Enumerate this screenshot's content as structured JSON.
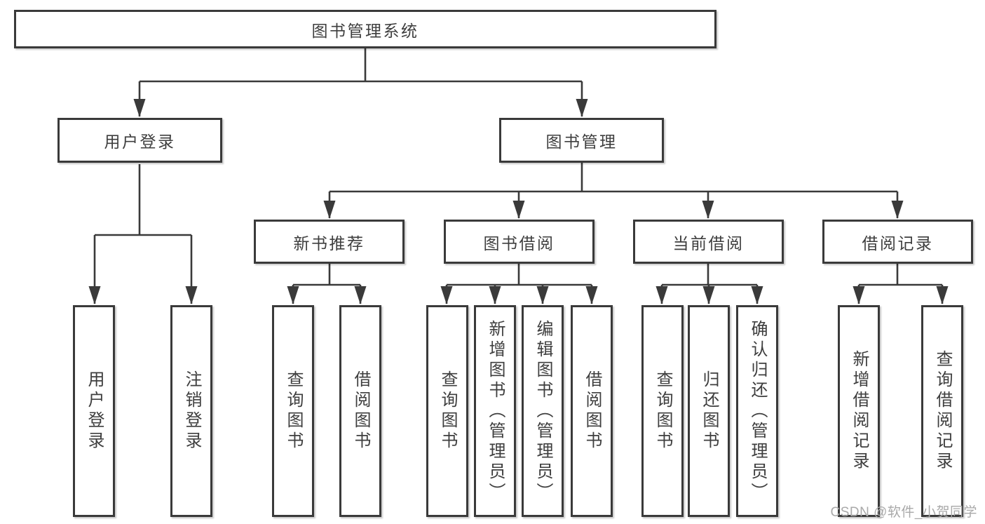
{
  "diagram": {
    "root": {
      "label": "图书管理系统"
    },
    "level2": {
      "user_login": {
        "label": "用户登录"
      },
      "book_management": {
        "label": "图书管理"
      }
    },
    "level3": {
      "new_book_recommend": {
        "label": "新书推荐"
      },
      "book_borrow": {
        "label": "图书借阅"
      },
      "current_borrow": {
        "label": "当前借阅"
      },
      "borrow_records": {
        "label": "借阅记录"
      }
    },
    "leaves": {
      "login": [
        "用户登录",
        "注销登录"
      ],
      "new_book_recommend": [
        "查询图书",
        "借阅图书"
      ],
      "book_borrow": [
        "查询图书",
        "新增图书（管理员）",
        "编辑图书（管理员）",
        "借阅图书"
      ],
      "current_borrow": [
        "查询图书",
        "归还图书",
        "确认归还（管理员）"
      ],
      "borrow_records": [
        "新增借阅记录",
        "查询借阅记录"
      ]
    }
  },
  "watermark": "CSDN @软件_小贺同学",
  "colors": {
    "line": "#3a3a3a",
    "text": "#3e3e3e",
    "watermark": "#a9a9a9",
    "background": "#ffffff"
  }
}
